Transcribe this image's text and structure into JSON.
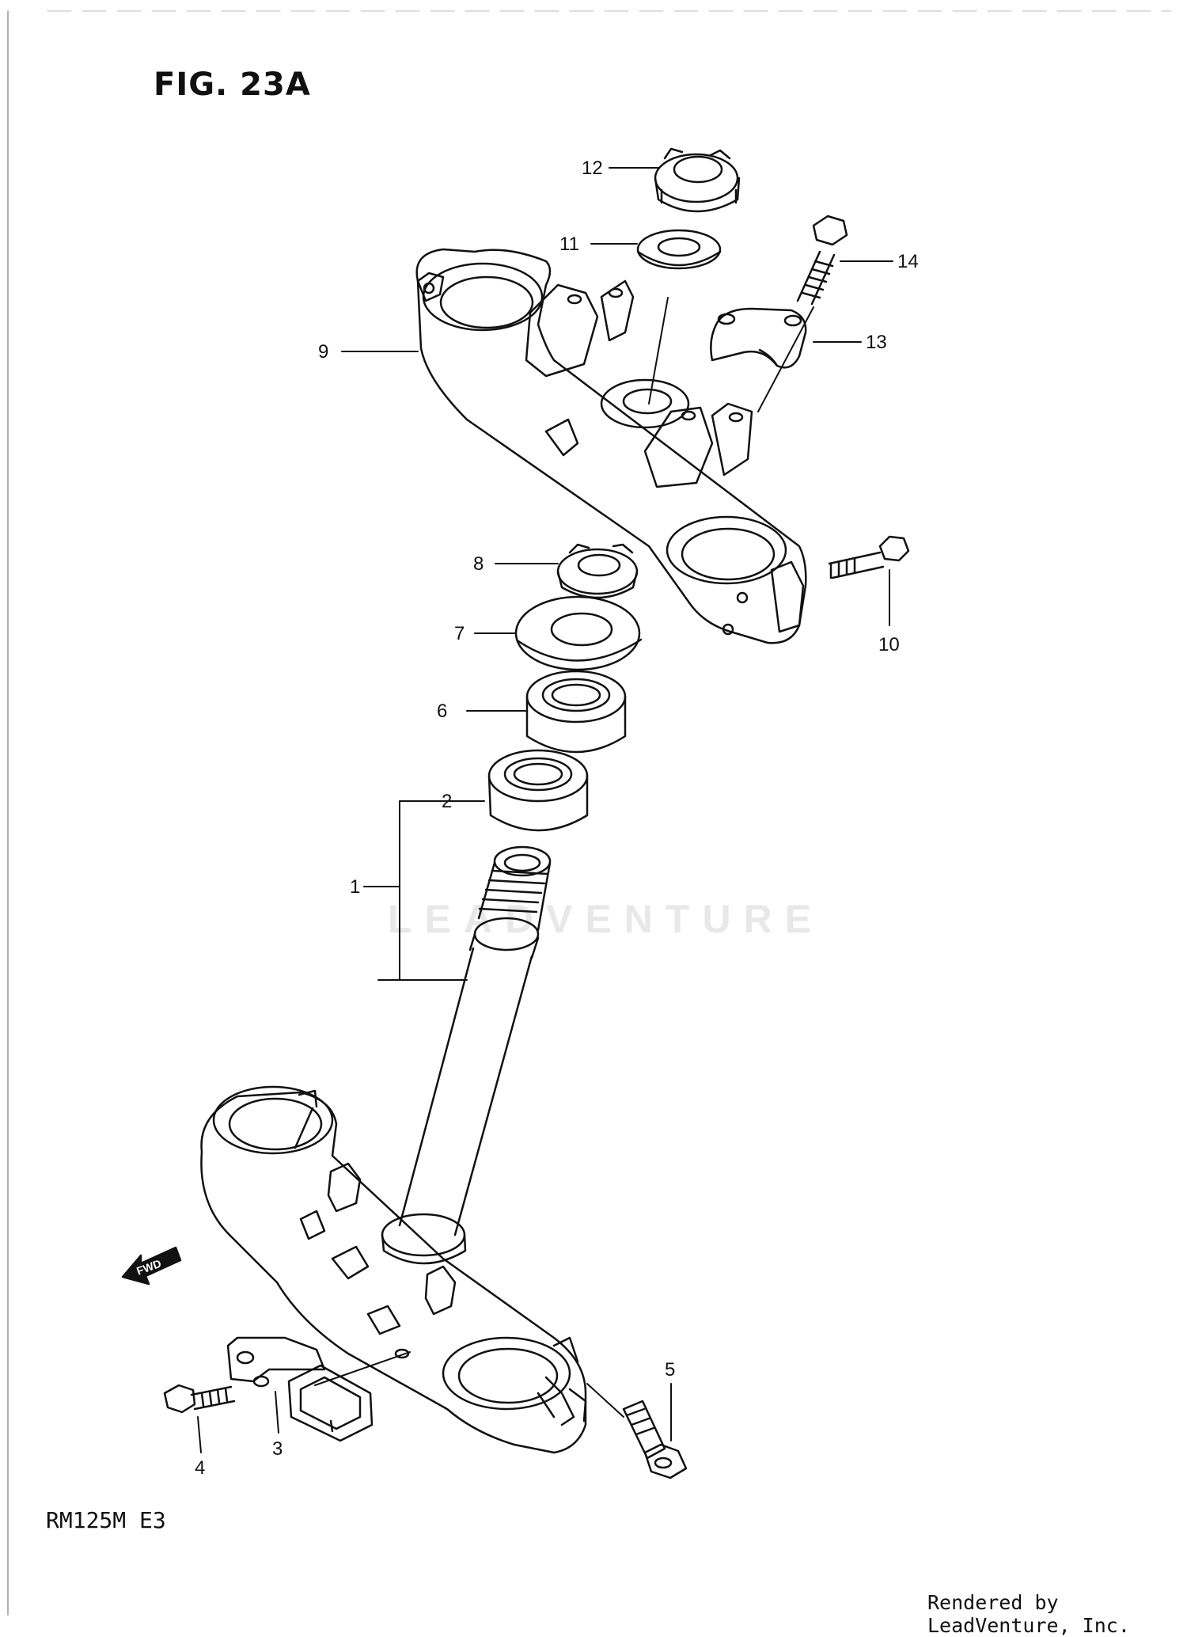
{
  "figure": {
    "title": "FIG. 23A",
    "model_code": "RM125M  E3",
    "watermark": "LEADVENTURE",
    "footer": "Rendered by LeadVenture, Inc.",
    "fwd_label": "FWD"
  },
  "callouts": [
    {
      "id": "1",
      "label": "1"
    },
    {
      "id": "2",
      "label": "2"
    },
    {
      "id": "3",
      "label": "3"
    },
    {
      "id": "4",
      "label": "4"
    },
    {
      "id": "5",
      "label": "5"
    },
    {
      "id": "6",
      "label": "6"
    },
    {
      "id": "7",
      "label": "7"
    },
    {
      "id": "8",
      "label": "8"
    },
    {
      "id": "9",
      "label": "9"
    },
    {
      "id": "10",
      "label": "10"
    },
    {
      "id": "11",
      "label": "11"
    },
    {
      "id": "12",
      "label": "12"
    },
    {
      "id": "13",
      "label": "13"
    },
    {
      "id": "14",
      "label": "14"
    }
  ]
}
